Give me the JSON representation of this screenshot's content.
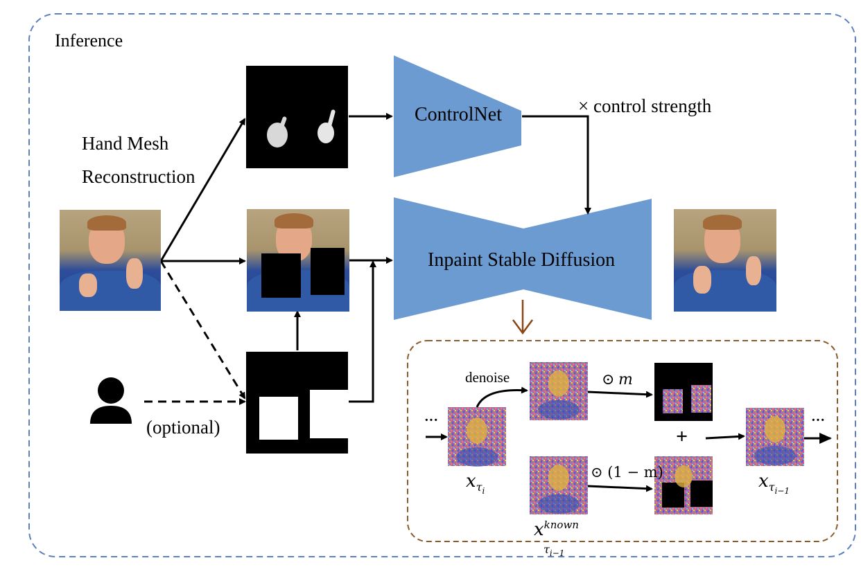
{
  "frame": {
    "title": "Inference"
  },
  "labels": {
    "hand_mesh_line1": "Hand Mesh",
    "hand_mesh_line2": "Reconstruction",
    "optional": "(optional)",
    "control_strength": "× control strength",
    "denoise": "denoise",
    "ellipsis_left": "···",
    "ellipsis_right": "···",
    "plus": "+"
  },
  "blocks": {
    "controlnet": "ControlNet",
    "inpaint": "Inpaint Stable Diffusion"
  },
  "math": {
    "odot_m_prefix": "⊙",
    "odot_m_var": "m",
    "odot_1m": "⊙ (1 − m)",
    "x_tau_i": "x",
    "x_tau_i_sub": "τ",
    "x_tau_i_subsub": "i",
    "x_tau_im1": "x",
    "x_tau_im1_sub": "τ",
    "x_tau_im1_subsub": "i−1",
    "x_known": "x",
    "x_known_sup": "known",
    "x_known_sub": "τ",
    "x_known_subsub": "i−1"
  },
  "colors": {
    "frame_border": "#5b7fc0",
    "block_fill": "#6b9bd1",
    "detail_border": "#8b5a2b",
    "down_arrow": "#8b4513"
  }
}
